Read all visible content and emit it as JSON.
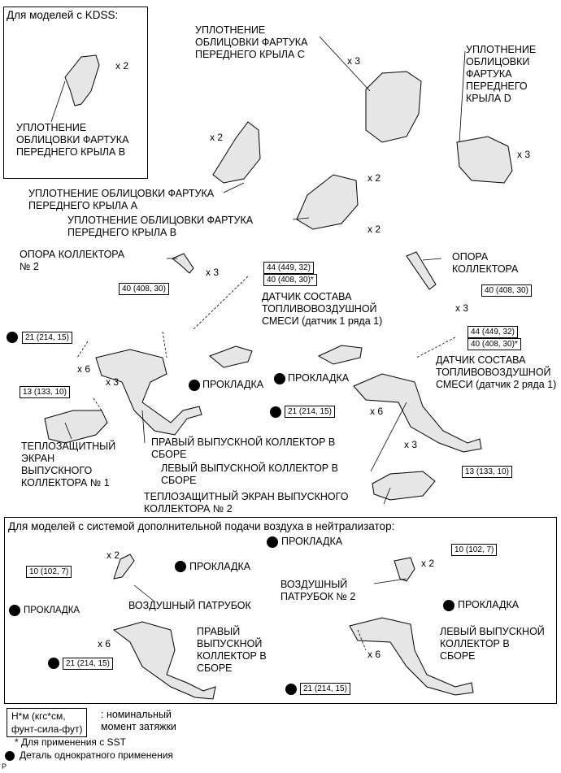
{
  "kdss": {
    "title": "Для моделей с KDSS:",
    "qty": "x 2",
    "part_b": "УПЛОТНЕНИЕ\nОБЛИЦОВКИ ФАРТУКА\nПЕРЕДНЕГО КРЫЛА B"
  },
  "parts": {
    "seal_c": "УПЛОТНЕНИЕ\nОБЛИЦОВКИ ФАРТУКА\nПЕРЕДНЕГО КРЫЛА C",
    "seal_d": "УПЛОТНЕНИЕ\nОБЛИЦОВКИ\nФАРТУКА\nПЕРЕДНЕГО\nКРЫЛА D",
    "seal_a": "УПЛОТНЕНИЕ ОБЛИЦОВКИ ФАРТУКА\nПЕРЕДНЕГО КРЫЛА A",
    "seal_b": "УПЛОТНЕНИЕ ОБЛИЦОВКИ ФАРТУКА\nПЕРЕДНЕГО КРЫЛА B",
    "manifold_support_2": "ОПОРА КОЛЛЕКТОРА\n№ 2",
    "manifold_support": "ОПОРА\nКОЛЛЕКТОРА",
    "af_sensor_1": "ДАТЧИК СОСТАВА\nТОПЛИВОВОЗДУШНОЙ\nСМЕСИ (датчик 1 ряда 1)",
    "af_sensor_2": "ДАТЧИК СОСТАВА\nТОПЛИВОВОЗДУШНОЙ\nСМЕСИ (датчик 2 ряда 1)",
    "gasket": "ПРОКЛАДКА",
    "heat_shield_1": "ТЕПЛОЗАЩИТНЫЙ\nЭКРАН\nВЫПУСКНОГО\nКОЛЛЕКТОРА № 1",
    "rh_manifold": "ПРАВЫЙ ВЫПУСКНОЙ КОЛЛЕКТОР В\nСБОРЕ",
    "lh_manifold": "ЛЕВЫЙ ВЫПУСКНОЙ КОЛЛЕКТОР В\nСБОРЕ",
    "heat_shield_2": "ТЕПЛОЗАЩИТНЫЙ ЭКРАН ВЫПУСКНОГО\nКОЛЛЕКТОРА № 2"
  },
  "qty": {
    "x2": "x 2",
    "x3": "x 3",
    "x6": "x 6"
  },
  "torque": {
    "t40": "40 (408, 30)",
    "t44": "44 (449, 32)",
    "t40s": "40 (408, 30)*",
    "t21": "21 (214, 15)",
    "t13": "13 (133, 10)",
    "t10": "10 (102, 7)"
  },
  "air": {
    "title": "Для моделей с системой дополнительной подачи воздуха в нейтрализатор:",
    "gasket": "ПРОКЛАДКА",
    "air_pipe": "ВОЗДУШНЫЙ ПАТРУБОК",
    "air_pipe_2": "ВОЗДУШНЫЙ\nПАТРУБОК № 2",
    "rh_manifold": "ПРАВЫЙ\nВЫПУСКНОЙ\nКОЛЛЕКТОР В\nСБОРЕ",
    "lh_manifold": "ЛЕВЫЙ ВЫПУСКНОЙ\nКОЛЛЕКТОР В\nСБОРЕ"
  },
  "legend": {
    "unit": "Н*м (кгс*см,\nфунт-сила-фут)",
    "unit_desc": ": номинальный\nмомент затяжки",
    "sst_note": "* Для применения с SST",
    "non_reusable": "Деталь однократного применения",
    "corner": "P"
  },
  "colors": {
    "ink": "#000000",
    "part_fill": "#e6e6e6",
    "part_shade": "#bdbdbd"
  }
}
